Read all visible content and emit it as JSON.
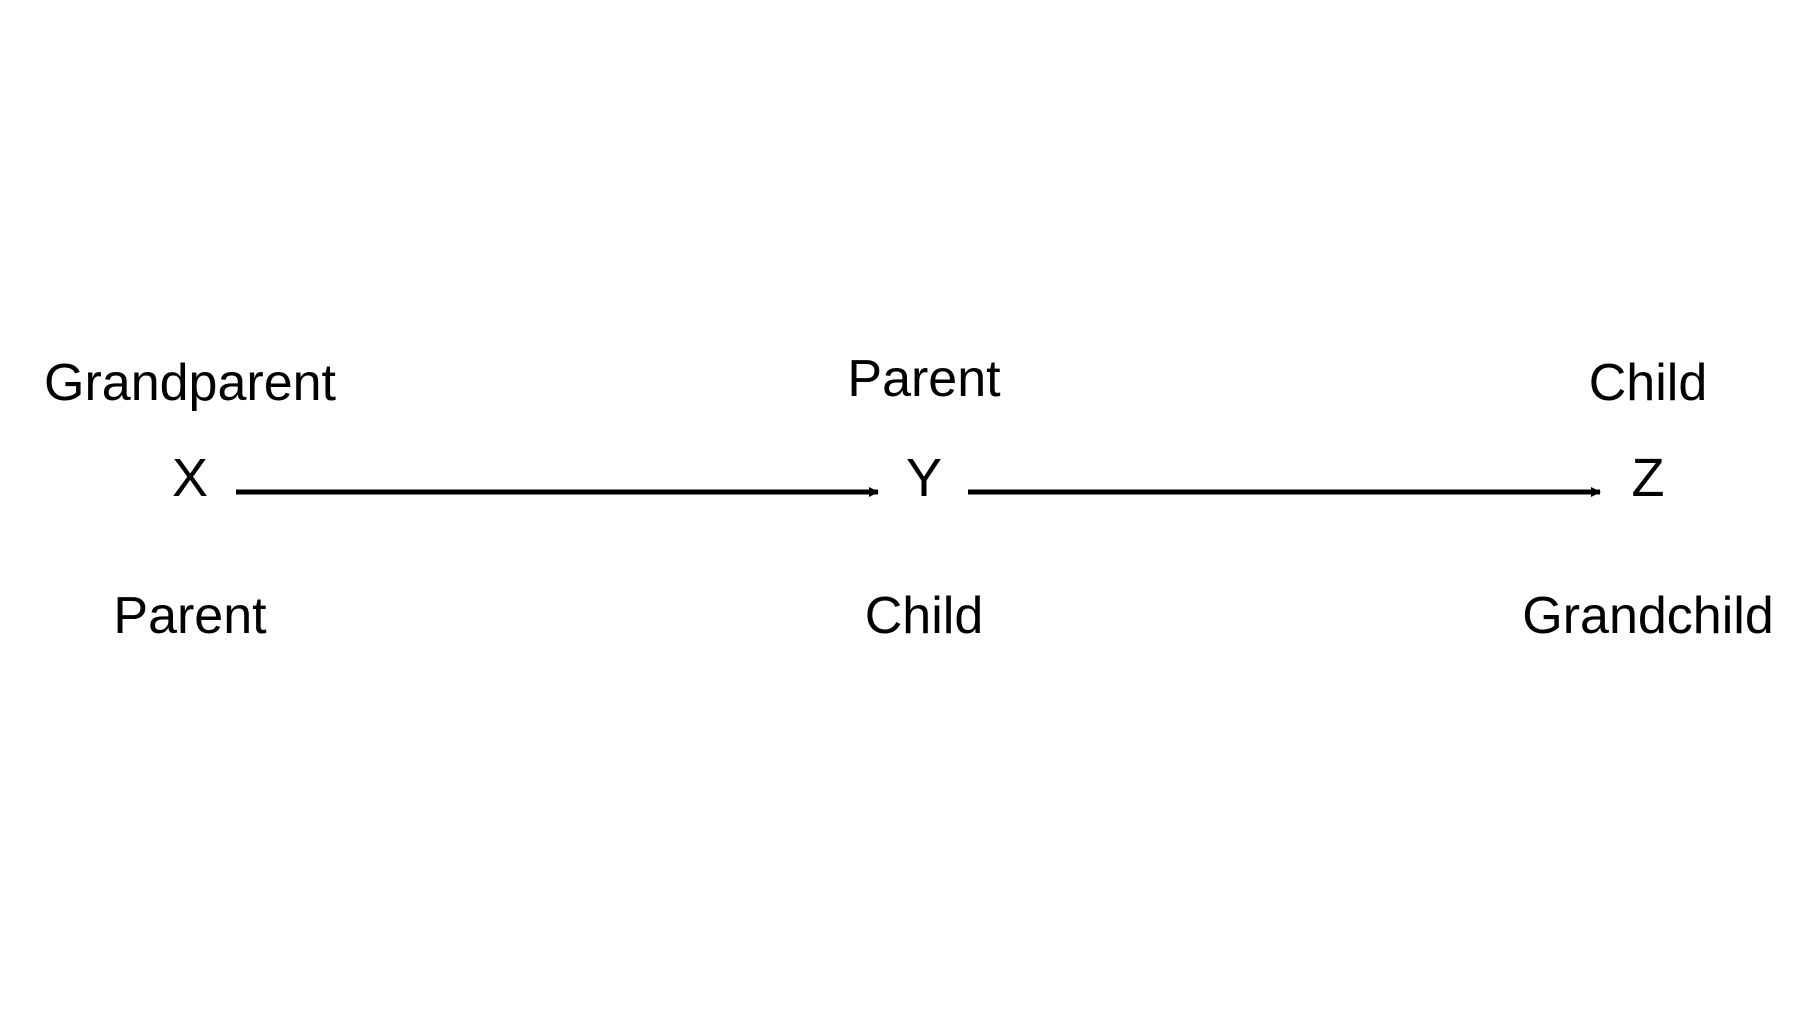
{
  "nodes": [
    {
      "id": "X",
      "label": "X",
      "top_label": "Grandparent",
      "bottom_label": "Parent"
    },
    {
      "id": "Y",
      "label": "Y",
      "top_label": "Parent",
      "bottom_label": "Child"
    },
    {
      "id": "Z",
      "label": "Z",
      "top_label": "Child",
      "bottom_label": "Grandchild"
    }
  ],
  "edges": [
    {
      "from": "X",
      "to": "Y"
    },
    {
      "from": "Y",
      "to": "Z"
    }
  ]
}
